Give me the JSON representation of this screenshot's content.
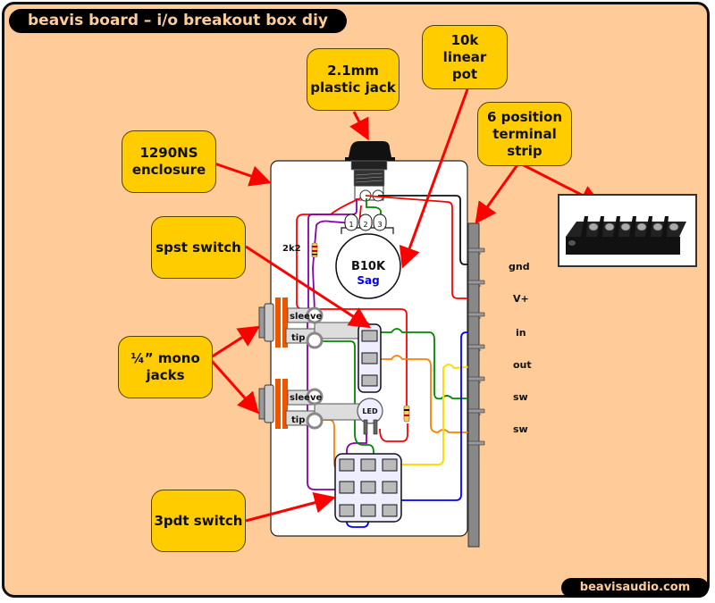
{
  "title": "beavis board – i/o breakout box diy",
  "footer": "beavisaudio.com",
  "callouts": {
    "jack_21mm": "2.1mm\nplastic jack",
    "pot": "10k\nlinear\npot",
    "terminal_strip": "6 position\nterminal\nstrip",
    "enclosure": "1290NS\nenclosure",
    "spst": "spst switch",
    "mono_jacks": "¼” mono\njacks",
    "3pdt": "3pdt switch"
  },
  "components": {
    "resistor_label": "2k2",
    "pot_value": "B10K",
    "pot_name": "Sag",
    "pot_lugs": [
      "1",
      "2",
      "3"
    ],
    "jack_sleeve": "sleeve",
    "jack_tip": "tip",
    "led_label": "LED"
  },
  "terminals": [
    {
      "label": "gnd",
      "wire_color": "#111111"
    },
    {
      "label": "V+",
      "wire_color": "#ff0000"
    },
    {
      "label": "in",
      "wire_color": "#0000ff"
    },
    {
      "label": "out",
      "wire_color": "#ffff00"
    },
    {
      "label": "sw",
      "wire_color": "#008800"
    },
    {
      "label": "sw",
      "wire_color": "#ff7f00"
    }
  ],
  "colors": {
    "background": "#ffcc99",
    "callout": "#ffcc00",
    "arrow": "#ff0000",
    "wire_purple": "#8800aa",
    "wire_red": "#ff0000",
    "wire_green": "#008800",
    "wire_blue": "#0000ff",
    "wire_yellow": "#ffff00",
    "wire_orange": "#ff7f00",
    "wire_black": "#111111"
  }
}
